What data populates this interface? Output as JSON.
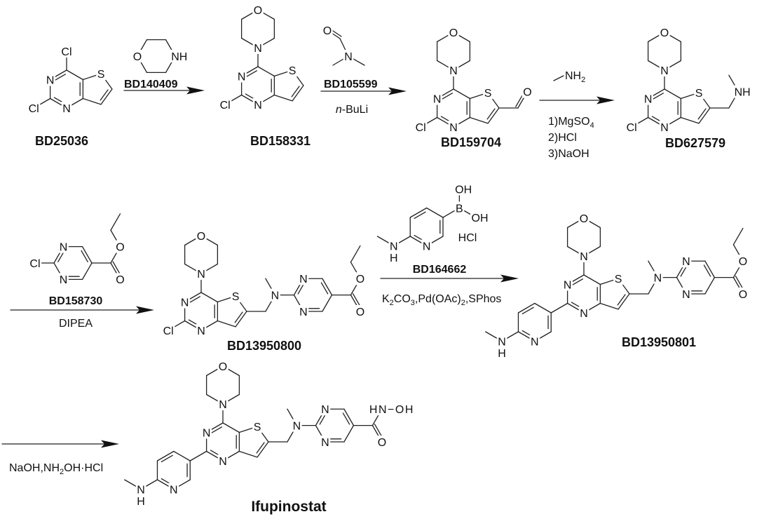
{
  "compounds": {
    "start": "BD25036",
    "int1": "BD158331",
    "int2": "BD159704",
    "int3": "BD627579",
    "int4": "BD13950800",
    "int5": "BD13950801",
    "product": "Ifupinostat"
  },
  "steps": {
    "s1": {
      "reagent": "BD140409"
    },
    "s2": {
      "reagent": "BD105599",
      "conditions": "n-BuLi"
    },
    "s3": {
      "reagent_formula": "NH2",
      "conditions": [
        "1)MgSO4",
        "2)HCl",
        "3)NaOH"
      ]
    },
    "s4": {
      "reagent": "BD158730",
      "conditions": "DIPEA"
    },
    "s5": {
      "reagent": "BD164662",
      "salt": "HCl",
      "conditions": "K2CO3,Pd(OAc)2,SPhos"
    },
    "s6": {
      "conditions": "NaOH,NH2OH·HCl"
    }
  },
  "colors": {
    "ink": "#111111",
    "background": "#ffffff"
  }
}
